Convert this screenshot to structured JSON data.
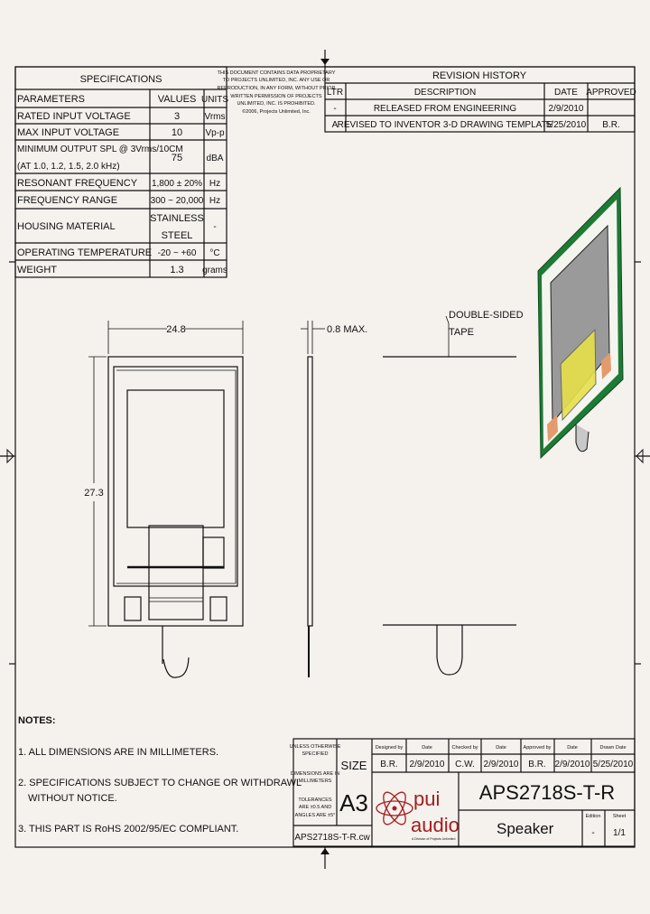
{
  "specifications": {
    "title": "SPECIFICATIONS",
    "headers": [
      "PARAMETERS",
      "VALUES",
      "UNITS"
    ],
    "rows": [
      {
        "parameter": "RATED INPUT VOLTAGE",
        "value": "3",
        "unit": "Vrms"
      },
      {
        "parameter": "MAX INPUT VOLTAGE",
        "value": "10",
        "unit": "Vp-p"
      },
      {
        "parameter": "MINIMUM OUTPUT SPL @ 3Vrms/10CM",
        "parameter2": "(AT 1.0, 1.2, 1.5, 2.0 kHz)",
        "value": "75",
        "unit": "dBA"
      },
      {
        "parameter": "RESONANT FREQUENCY",
        "value": "1,800 ± 20%",
        "unit": "Hz"
      },
      {
        "parameter": "FREQUENCY RANGE",
        "value": "300 ~ 20,000",
        "unit": "Hz"
      },
      {
        "parameter": "HOUSING MATERIAL",
        "value": "STAINLESS",
        "value2": "STEEL",
        "unit": "-"
      },
      {
        "parameter": "OPERATING TEMPERATURE",
        "value": "-20 ~ +60",
        "unit": "°C"
      },
      {
        "parameter": "WEIGHT",
        "value": "1.3",
        "unit": "grams"
      }
    ]
  },
  "proprietary_notice": [
    "THIS DOCUMENT CONTAINS DATA PROPRIETARY",
    "TO PROJECTS UNLIMITED, INC. ANY USE OR",
    "REPRODUCTION, IN ANY FORM, WITHOUT PRIOR",
    "WRITTEN PERMISSION OF PROJECTS",
    "UNLIMITED, INC. IS PROHIBITED.",
    "©2006, Projects Unlimited, Inc."
  ],
  "revision_history": {
    "title": "REVISION HISTORY",
    "headers": [
      "LTR",
      "DESCRIPTION",
      "DATE",
      "APPROVED"
    ],
    "rows": [
      {
        "ltr": "-",
        "description": "RELEASED FROM ENGINEERING",
        "date": "2/9/2010",
        "approved": ""
      },
      {
        "ltr": "A",
        "description": "REVISED TO INVENTOR 3-D DRAWING TEMPLATE",
        "date": "5/25/2010",
        "approved": "B.R."
      }
    ]
  },
  "dimensions": {
    "width": "24.8",
    "height": "27.3",
    "thickness": "0.8 MAX.",
    "tape_label_1": "DOUBLE-SIDED",
    "tape_label_2": "TAPE"
  },
  "notes": {
    "title": "NOTES:",
    "items": [
      "1. ALL DIMENSIONS ARE IN MILLIMETERS.",
      "2. SPECIFICATIONS SUBJECT TO CHANGE OR WITHDRAWL",
      "WITHOUT NOTICE.",
      "3. THIS PART IS RoHS 2002/95/EC COMPLIANT."
    ]
  },
  "title_block": {
    "tolerance_note": [
      "UNLESS OTHERWISE",
      "SPECIFIED",
      "DIMENSIONS ARE IN",
      "MILLIMETERS",
      "TOLERANCES",
      "ARE ±0.5 AND",
      "ANGLES ARE ±5°"
    ],
    "size_label": "SIZE",
    "size": "A3",
    "file_name": "APS2718S-T-R.cw",
    "headers": [
      "Designed by",
      "Date",
      "Checked by",
      "Date",
      "Approved by",
      "Date",
      "Drawn Date"
    ],
    "values": [
      "B.R.",
      "2/9/2010",
      "C.W.",
      "2/9/2010",
      "B.R.",
      "2/9/2010",
      "5/25/2010"
    ],
    "logo_text_1": "pui",
    "logo_text_2": "audio",
    "logo_tagline": "A Division of Projects Unlimited",
    "part_number": "APS2718S-T-R",
    "description": "Speaker",
    "edition_label": "Edition",
    "edition": "-",
    "sheet_label": "Sheet",
    "sheet": "1/1"
  },
  "colors": {
    "pcb_green": "#1e7a34",
    "logo_red": "#a31e1e",
    "tape_yellow": "#e6e04a",
    "membrane_gray": "#9a9a9a",
    "pad_copper": "#e39a6c"
  }
}
